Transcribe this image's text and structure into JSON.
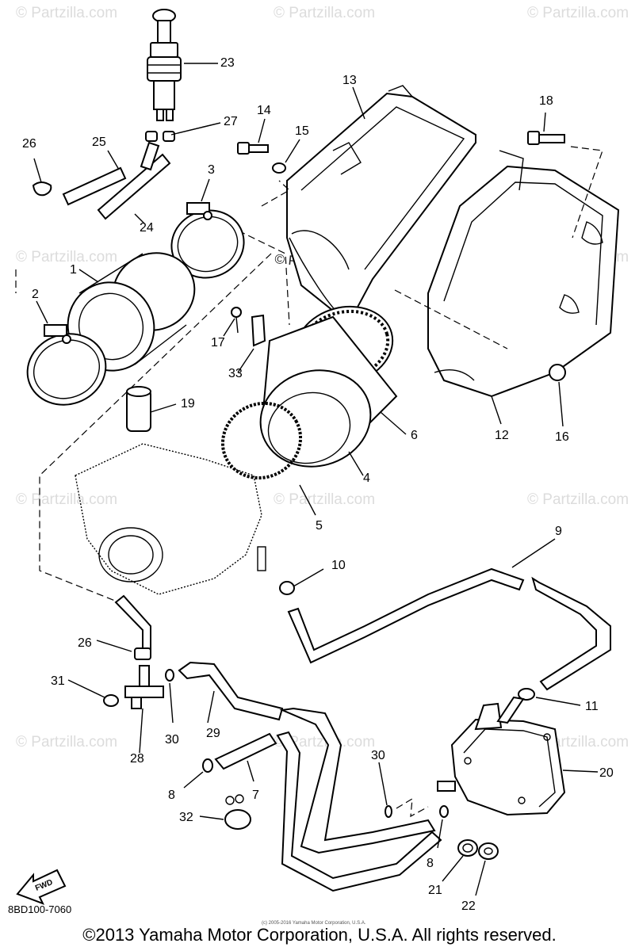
{
  "watermark": {
    "repeat_text": "© Partzilla.com",
    "center_text": "© Partzilla.com"
  },
  "callouts": [
    "1",
    "2",
    "3",
    "4",
    "5",
    "6",
    "7",
    "8",
    "8",
    "9",
    "10",
    "11",
    "12",
    "13",
    "14",
    "15",
    "16",
    "17",
    "18",
    "19",
    "20",
    "21",
    "22",
    "23",
    "24",
    "25",
    "26",
    "26",
    "27",
    "28",
    "29",
    "30",
    "30",
    "31",
    "32",
    "33"
  ],
  "fwd_label": "FWD",
  "drawing_code": "8BD100-7060",
  "tiny_copyright": "(c) 2005-2016 Yamaha Motor Corporation, U.S.A.",
  "copyright": "©2013 Yamaha Motor Corporation, U.S.A. All rights reserved."
}
